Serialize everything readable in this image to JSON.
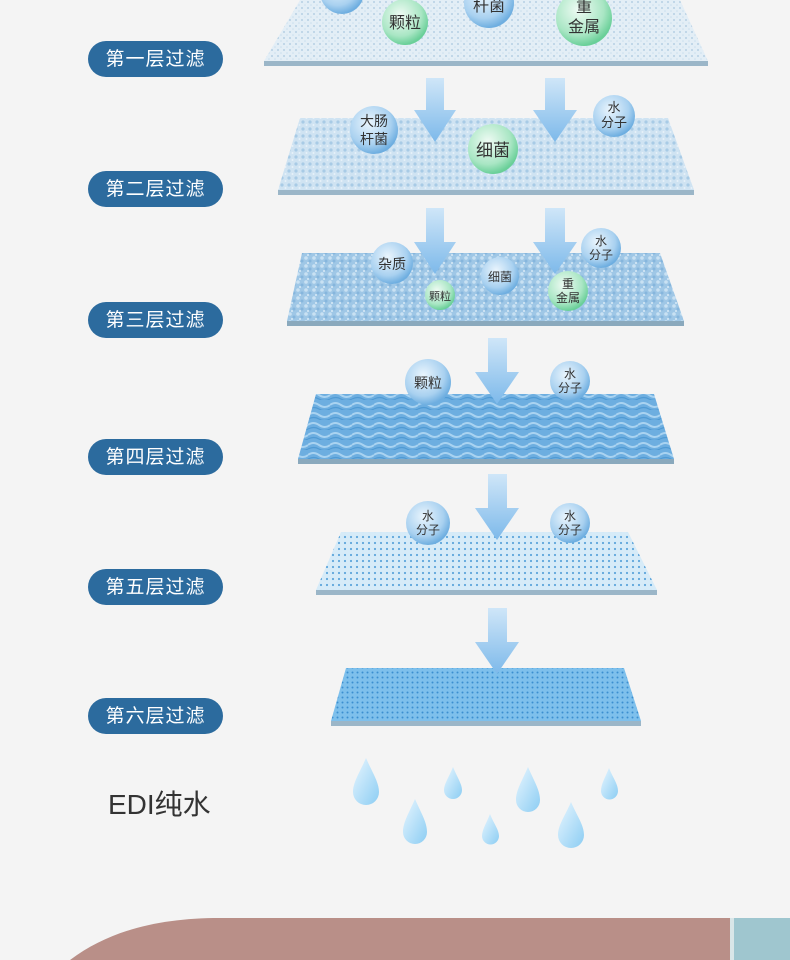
{
  "layers": [
    {
      "label": "第一层过滤"
    },
    {
      "label": "第二层过滤"
    },
    {
      "label": "第三层过滤"
    },
    {
      "label": "第四层过滤"
    },
    {
      "label": "第五层过滤"
    },
    {
      "label": "第六层过滤"
    }
  ],
  "output_label": "EDI纯水",
  "bubbles": {
    "layer1": [
      "颗粒",
      "杆菌",
      "重金属"
    ],
    "layer2": [
      "大肠杆菌",
      "细菌",
      "水分子"
    ],
    "layer3": [
      "杂质",
      "颗粒",
      "细菌",
      "重金属",
      "水分子"
    ],
    "layer4": [
      "颗粒",
      "水分子"
    ],
    "layer5": [
      "水分子",
      "水分子"
    ]
  },
  "colors": {
    "label_bg": "#2c6b9e",
    "background": "#f4f4f4",
    "filter_edge": "#9bb6c8",
    "bubble_blue": "#7fb6e6",
    "bubble_green": "#7fd6a8",
    "arrow": "#8ec4ee",
    "drop": "#9ed3f5",
    "bottom_pink": "#b98f88",
    "bottom_teal": "#9fc6cf"
  }
}
